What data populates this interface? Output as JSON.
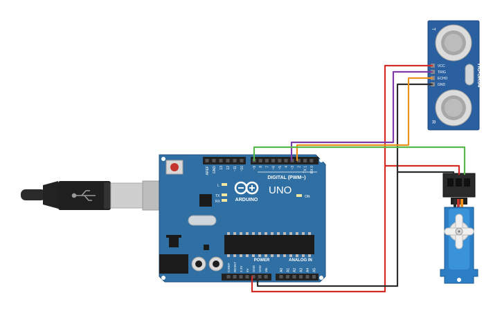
{
  "arduino": {
    "brand": "ARDUINO",
    "model": "UNO",
    "digital_header_label": "DIGITAL (PWM~)",
    "analog_header_label": "ANALOG IN",
    "power_header_label": "POWER",
    "on_label": "ON",
    "l_label": "L",
    "tx_label": "TX",
    "rx_label": "RX",
    "digital_pins": [
      "AREF",
      "GND",
      "13",
      "12",
      "~11",
      "~10",
      "~9",
      "8",
      "7",
      "~6",
      "~5",
      "4",
      "~3",
      "2",
      "TX 1",
      "RX 0"
    ],
    "power_pins": [
      "IOREF",
      "RESET",
      "3.3V",
      "5V",
      "GND",
      "GND",
      "Vin"
    ],
    "analog_pins": [
      "A0",
      "A1",
      "A2",
      "A3",
      "A4",
      "A5"
    ]
  },
  "sensor": {
    "model": "HC-SR04",
    "pins": [
      "VCC",
      "TRIG",
      "ECHO",
      "GND"
    ],
    "t_label": "T",
    "r_label": "R"
  },
  "colors": {
    "board": "#2f6fa3",
    "board_edge": "#1f4f7c",
    "sensor_board": "#2a5fa0",
    "servo_body": "#2c7fc4",
    "wire_red": "#d42a25",
    "wire_black": "#2b2b2b",
    "wire_green": "#57b94a",
    "wire_purple": "#7b3aa8",
    "wire_orange": "#ef8f1c",
    "usb_plug": "#2a2a2a"
  }
}
